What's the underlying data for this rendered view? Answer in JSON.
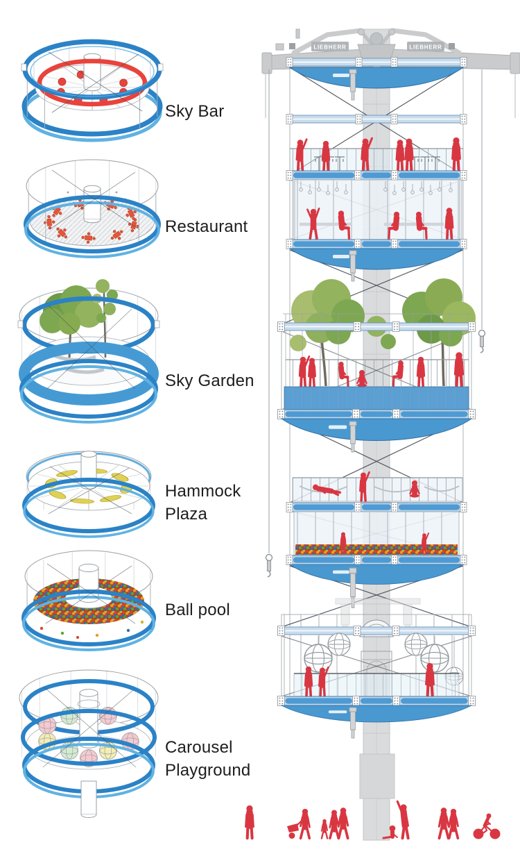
{
  "page": {
    "background": "#ffffff"
  },
  "exploded_levels": {
    "items": [
      {
        "id": "sky-bar",
        "label": "Sky Bar"
      },
      {
        "id": "restaurant",
        "label": "Restaurant"
      },
      {
        "id": "sky-garden",
        "label": "Sky Garden"
      },
      {
        "id": "hammock-plaza",
        "label": "Hammock Plaza"
      },
      {
        "id": "ball-pool",
        "label": "Ball pool"
      },
      {
        "id": "carousel-playground",
        "label": "Carousel Playground"
      }
    ]
  },
  "elevation": {
    "crane": {
      "brand_left": "LIEBHERR",
      "brand_right": "LIEBHERR"
    },
    "ground_figures": [
      "standing-man",
      "parent-with-stroller",
      "family-with-child",
      "man-leaning-on-mast-with-sitting-child",
      "walking-couple",
      "cyclist"
    ]
  },
  "colors": {
    "structure_blue": "#2b82c6",
    "light_blue": "#5fb2e2",
    "canopy_blue": "#4a98d0",
    "accent_red": "#e8433c",
    "people_red": "#d83742",
    "mast_grey": "#dadbdd",
    "crane_grey": "#c9cbcd",
    "line_grey": "#8f969c",
    "hammock_yellow": "#dfd155",
    "tree_green": "#7ea751",
    "pod_pink": "#f6c9cf",
    "pod_mint": "#d5ebd1",
    "pod_yellow": "#f4eeb2",
    "ball_colors": [
      "#d84328",
      "#e89b2c",
      "#58a43c",
      "#2f6db4",
      "#c8b832"
    ]
  }
}
